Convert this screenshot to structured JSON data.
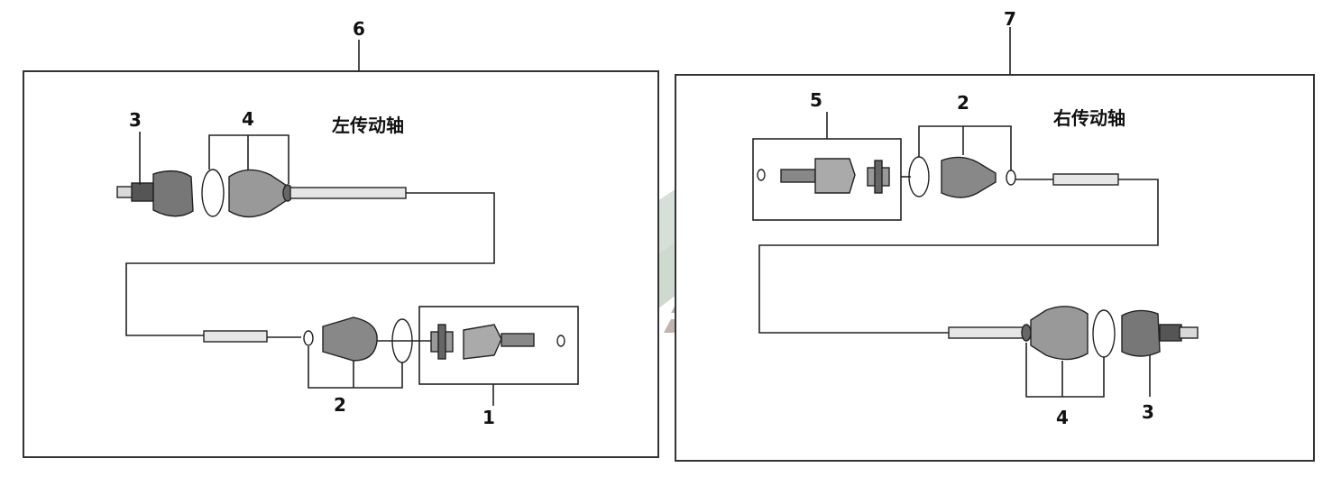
{
  "assemblies": [
    {
      "id": "left",
      "number": "6",
      "title": "左传动轴",
      "callouts": {
        "outer_joint": "3",
        "boot_kit": "4",
        "inner_boot_kit": "2",
        "inner_joint": "1"
      }
    },
    {
      "id": "right",
      "number": "7",
      "title": "右传动轴",
      "callouts": {
        "inner_joint": "5",
        "inner_boot_kit": "2",
        "boot_kit": "4",
        "outer_joint": "3"
      }
    }
  ],
  "watermark": {
    "name": "brand-logo-watermark",
    "colors": [
      "#b9aca6",
      "#c9d6ca"
    ]
  }
}
